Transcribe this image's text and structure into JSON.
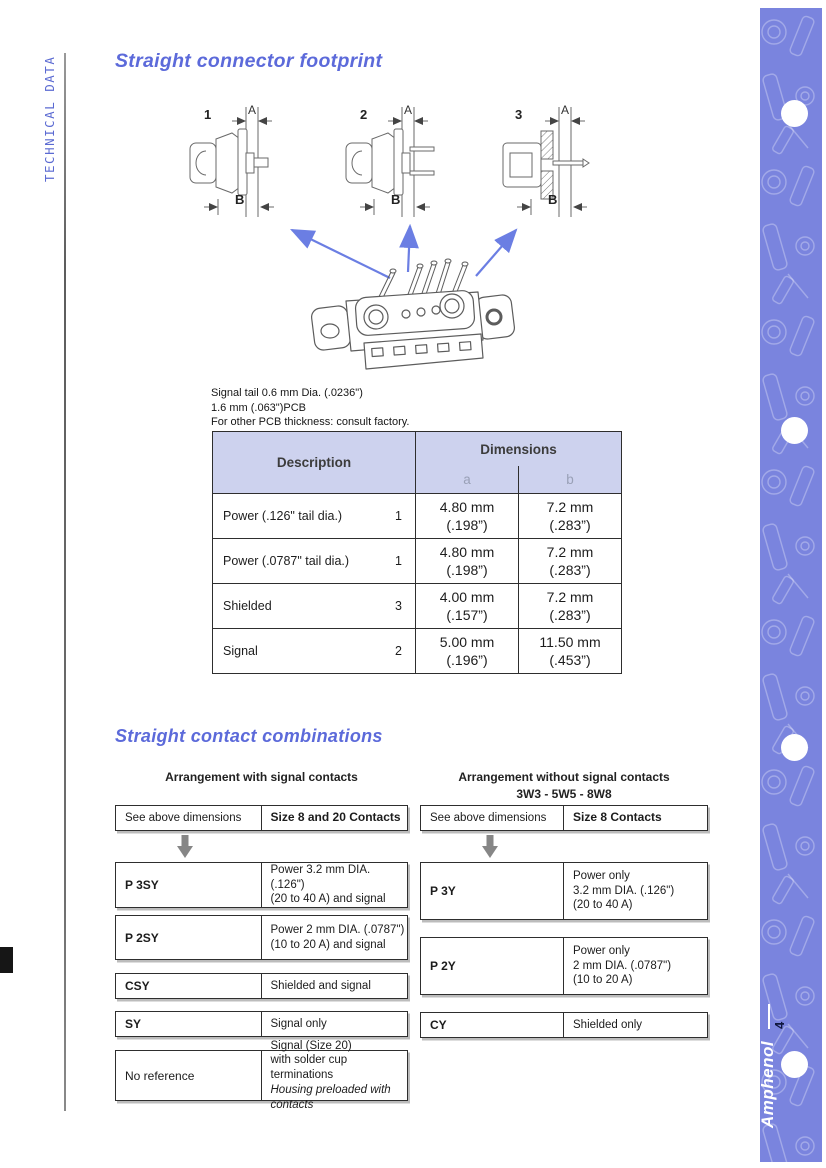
{
  "side_label": "TECHNICAL DATA",
  "brand": {
    "name": "Amphenol",
    "page_number": "4"
  },
  "colors": {
    "accent_blue": "#5c6ada",
    "strip_periwinkle": "#7a84de",
    "table_header_lavender": "#cdd2ee",
    "arrow_blue": "#6b7ee3"
  },
  "footprint": {
    "title": "Straight connector footprint",
    "figures": [
      {
        "number": "1",
        "dim_top": "A",
        "dim_bottom": "B"
      },
      {
        "number": "2",
        "dim_top": "A",
        "dim_bottom": "B"
      },
      {
        "number": "3",
        "dim_top": "A",
        "dim_bottom": "B"
      }
    ],
    "notes": [
      "Signal tail 0.6 mm Dia. (.0236\")",
      "1.6 mm (.063\")PCB",
      "For other PCB thickness: consult factory."
    ],
    "table": {
      "col_description": "Description",
      "col_dimensions": "Dimensions",
      "col_a": "a",
      "col_b": "b",
      "rows": [
        {
          "description": "Power (.126\" tail dia.)",
          "ref": "1",
          "a1": "4.80 mm",
          "a2": "(.198”)",
          "b1": "7.2 mm",
          "b2": "(.283”)"
        },
        {
          "description": "Power (.0787\" tail dia.)",
          "ref": "1",
          "a1": "4.80 mm",
          "a2": "(.198”)",
          "b1": "7.2 mm",
          "b2": "(.283”)"
        },
        {
          "description": "Shielded",
          "ref": "3",
          "a1": "4.00 mm",
          "a2": "(.157”)",
          "b1": "7.2 mm",
          "b2": "(.283”)"
        },
        {
          "description": "Signal",
          "ref": "2",
          "a1": "5.00 mm",
          "a2": "(.196”)",
          "b1": "11.50 mm",
          "b2": "(.453”)"
        }
      ]
    }
  },
  "combinations": {
    "title": "Straight contact combinations",
    "with_signal": {
      "heading": "Arrangement with signal contacts",
      "col_left": "See above dimensions",
      "col_right": "Size 8 and 20 Contacts",
      "rows": [
        {
          "code": "P 3SY",
          "line1": "Power 3.2 mm DIA. (.126\")",
          "line2": "(20 to 40 A) and signal"
        },
        {
          "code": "P 2SY",
          "line1": "Power 2 mm DIA. (.0787\")",
          "line2": "(10 to 20 A) and signal"
        },
        {
          "code": "CSY",
          "line1": "Shielded and signal"
        },
        {
          "code": "SY",
          "line1": "Signal only"
        },
        {
          "code": "No reference",
          "line1": "Signal (Size 20)",
          "line2": "with solder cup terminations",
          "line3": "Housing preloaded with contacts"
        }
      ]
    },
    "without_signal": {
      "heading": "Arrangement without signal contacts",
      "subheading": "3W3 - 5W5 - 8W8",
      "col_left": "See above dimensions",
      "col_right": "Size 8 Contacts",
      "rows": [
        {
          "code": "P 3Y",
          "line1": "Power only",
          "line2": "3.2 mm DIA. (.126\")",
          "line3": "(20 to 40 A)"
        },
        {
          "code": "P 2Y",
          "line1": "Power only",
          "line2": "2 mm DIA. (.0787\")",
          "line3": "(10 to 20 A)"
        },
        {
          "code": "CY",
          "line1": "Shielded only"
        }
      ]
    }
  }
}
